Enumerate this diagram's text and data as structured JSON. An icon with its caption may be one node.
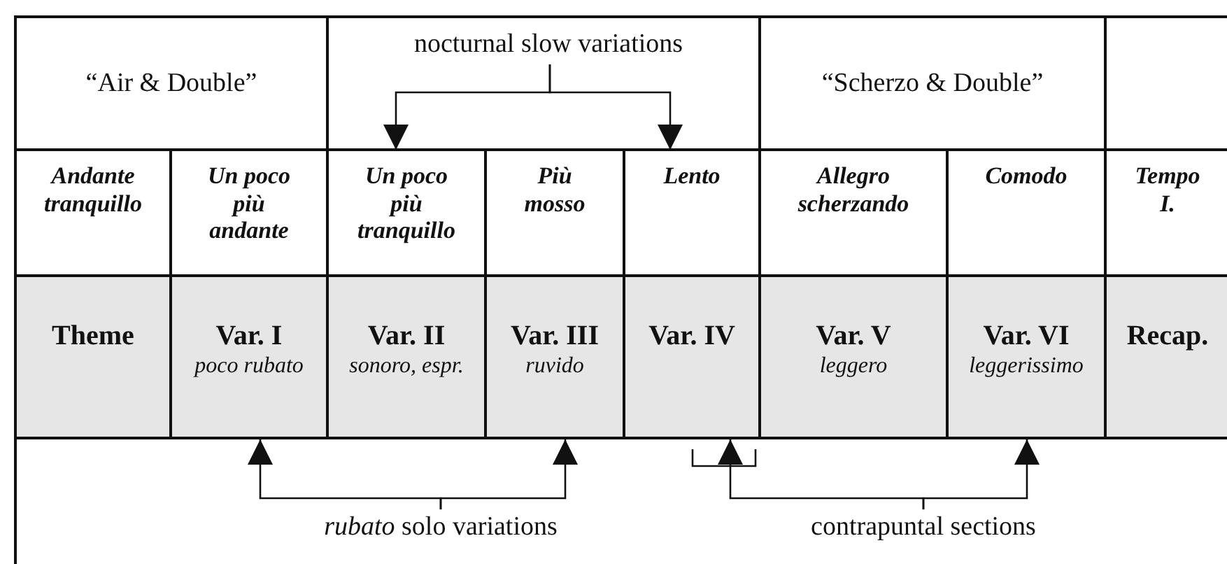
{
  "diagram": {
    "nodes": [
      {
        "text": [
          "“Air & Double”"
        ]
      },
      {
        "text": [],
        "shape": "box"
      },
      {
        "text": [
          "nocturnal slow variations"
        ],
        "in": 1
      },
      {
        "text": [
          "“Scherzo & Double”"
        ]
      },
      {
        "text": [],
        "shape": "box"
      },
      {
        "text": [
          "Andante tranquillo"
        ]
      },
      {
        "text": [
          "Un poco più andante"
        ]
      },
      {
        "text": [
          "Un poco più tranquillo"
        ]
      },
      {
        "text": [
          "Più mosso"
        ]
      },
      {
        "text": [
          "Lento"
        ]
      },
      {
        "text": [
          "Allegro scherzando"
        ]
      },
      {
        "text": [
          "Comodo"
        ]
      },
      {
        "text": [
          "Tempo I."
        ]
      },
      {
        "text": [
          "Theme"
        ]
      },
      {
        "text": [
          "Var. I",
          "poco rubato"
        ]
      },
      {
        "text": [
          "Var. II",
          "sonoro, espr."
        ]
      },
      {
        "text": [
          "Var. III",
          "ruvido"
        ]
      },
      {
        "text": [
          "Var. IV"
        ]
      },
      {
        "text": [
          "Var. V",
          "leggero"
        ]
      },
      {
        "text": [
          "Var. VI",
          "leggerissimo"
        ]
      },
      {
        "text": [
          "Recap."
        ]
      },
      {
        "text": [
          "*rubato* solo variations"
        ]
      },
      {
        "text": [
          "contrapuntal sections"
        ]
      }
    ],
    "edges": [
      {
        "from": 2,
        "to": 7,
        "arrow": "to"
      },
      {
        "from": 2,
        "to": 9,
        "arrow": "to"
      },
      {
        "from": 21,
        "to": 14,
        "arrow": "to"
      },
      {
        "from": 21,
        "to": 16,
        "arrow": "to"
      },
      {
        "from": 22,
        "to": 17,
        "arrow": "to"
      },
      {
        "from": 22,
        "to": 19,
        "arrow": "to"
      }
    ]
  }
}
